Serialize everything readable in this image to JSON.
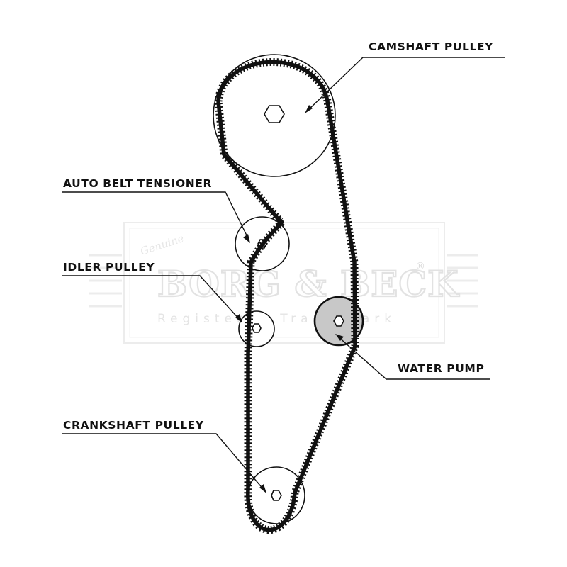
{
  "labels": {
    "camshaft": "CAMSHAFT PULLEY",
    "tensioner": "AUTO BELT TENSIONER",
    "idler": "IDLER PULLEY",
    "water_pump": "WATER PUMP",
    "crankshaft": "CRANKSHAFT PULLEY"
  },
  "watermark": {
    "genuine": "Genuine",
    "brand": "BORG & BECK",
    "registered": "®",
    "subtitle": "Registered Trade Mark"
  },
  "colors": {
    "line": "#111111",
    "water_pump_fill": "#c8c8c8",
    "watermark": "#e2e2e2"
  }
}
